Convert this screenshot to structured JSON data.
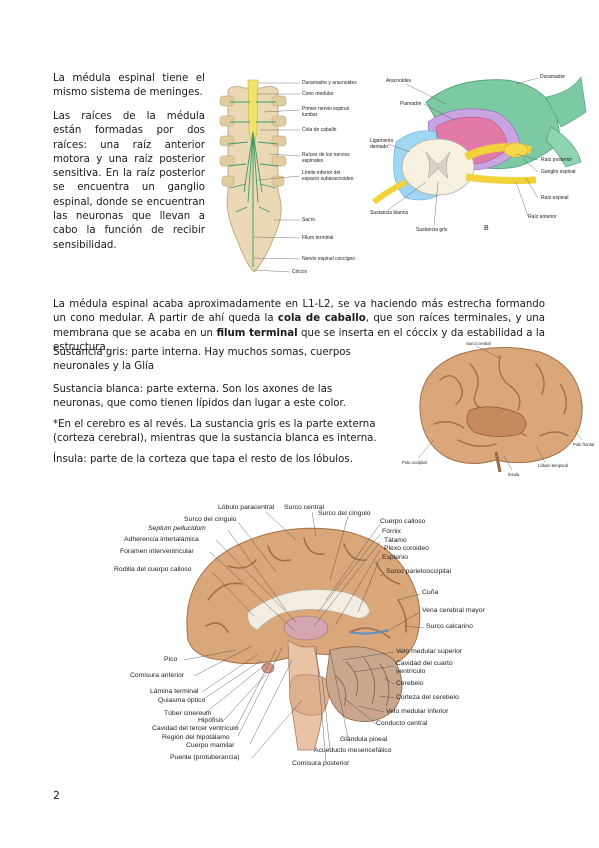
{
  "text": {
    "p1": "La médula espinal tiene el mismo sistema de meninges.",
    "p2": "Las raíces de la médula están formadas por dos raíces: una raíz anterior motora y una raíz posterior sensitiva. En la raíz posterior se encuentra un ganglio espinal, donde se encuentran las neuronas que llevan a cabo la función de recibir sensibilidad.",
    "p3_a": "La médula espinal acaba aproximadamente en L1-L2, se va haciendo más estrecha formando un cono medular. A partir de ahí queda la ",
    "p3_b1": "cola de caballo",
    "p3_c": ", que son raíces terminales, y una membrana que se acaba en un ",
    "p3_b2": "filum terminal",
    "p3_d": " que se inserta en el cóccix y da estabilidad a la estructura.",
    "p4": "Sustancia gris: parte interna. Hay muchos somas, cuerpos neuronales y la Glía",
    "p5": "Sustancia blanca: parte externa. Son los axones de las neuronas, que como tienen lípidos dan lugar a este color.",
    "p6": "*En el cerebro es al revés. La sustancia gris es la parte externa (corteza cerebral), mientras que la sustancia blanca es interna.",
    "p7": "Ínsula: parte de la corteza que tapa el resto de los lóbulos.",
    "page_number": "2"
  },
  "fig_spine": {
    "labels": [
      "Duramadre y aracnoides",
      "Cono medular",
      "Primer nervio espinal lumbar",
      "Cola de caballo",
      "Raíces de los nervios espinales",
      "Límite inferior del espacio subaracnoideo",
      "Sacro",
      "Filum terminal",
      "Nervio espinal coccígeo",
      "Cóccix"
    ]
  },
  "fig_meninges": {
    "labels": [
      "Aracnoides",
      "Duramadre",
      "Piamadre",
      "Ligamento dentado",
      "Raíz posterior",
      "Ganglio espinal",
      "Raíz espinal",
      "Raíz anterior",
      "Sustancia blanca",
      "Sustancia gris",
      "B"
    ]
  },
  "fig_brain_small": {
    "labels": [
      "Surco central",
      "Polo frontal",
      "Polo occipital",
      "Ínsula",
      "Lóbulo temporal"
    ]
  },
  "fig_brain_large": {
    "labels": {
      "lobulo_paracentral": "Lóbulo paracentral",
      "surco_central": "Surco central",
      "surco_cingulo_l": "Surco del cíngulo",
      "surco_cingulo_r": "Surco del cíngulo",
      "septum": "Septum pellucidum",
      "adherencia": "Adherencia intertalámica",
      "foramen": "Foramen interventricular",
      "rodilla": "Rodilla del cuerpo calloso",
      "cuerpo_calloso": "Cuerpo calloso",
      "fornix": "Fórnix",
      "talamo": "Tálamo",
      "plexo": "Plexo coroideo",
      "esplenio": "Esplenio",
      "surco_po": "Surco parietooccipital",
      "cuna": "Cuña",
      "vena": "Vena cerebral mayor",
      "calcarino": "Surco calcarino",
      "pico": "Pico",
      "comisura_ant": "Comisura anterior",
      "lamina": "Lámina terminal",
      "quiasma": "Quiasma óptico",
      "tuber": "Túber cinereum",
      "hipofisis": "Hipófisis",
      "cavidad_tercer": "Cavidad del tercer ventrículo",
      "hipotalamo": "Región del hipotálamo",
      "mamilar": "Cuerpo mamilar",
      "puente": "Puente (protuberancia)",
      "comisura_post": "Comisura posterior",
      "acueducto": "Acueducto mesencefálico",
      "pineal": "Glándula pineal",
      "conducto": "Conducto central",
      "velo_inf": "Velo medular inferior",
      "corteza_cb": "Corteza del cerebelo",
      "cerebelo": "Cerebelo",
      "cavidad_cuarto": "Cavidad del cuarto ventrículo",
      "velo_sup": "Velo medular superior"
    }
  },
  "colors": {
    "text": "#1a1a1a",
    "cortex": "#d9a77a",
    "cortex_dark": "#b97a52",
    "spinal_cord": "#f1e36a",
    "dura_green": "#7cc9a3",
    "pia_pink": "#e27aa8",
    "bone": "#ead9b4"
  }
}
